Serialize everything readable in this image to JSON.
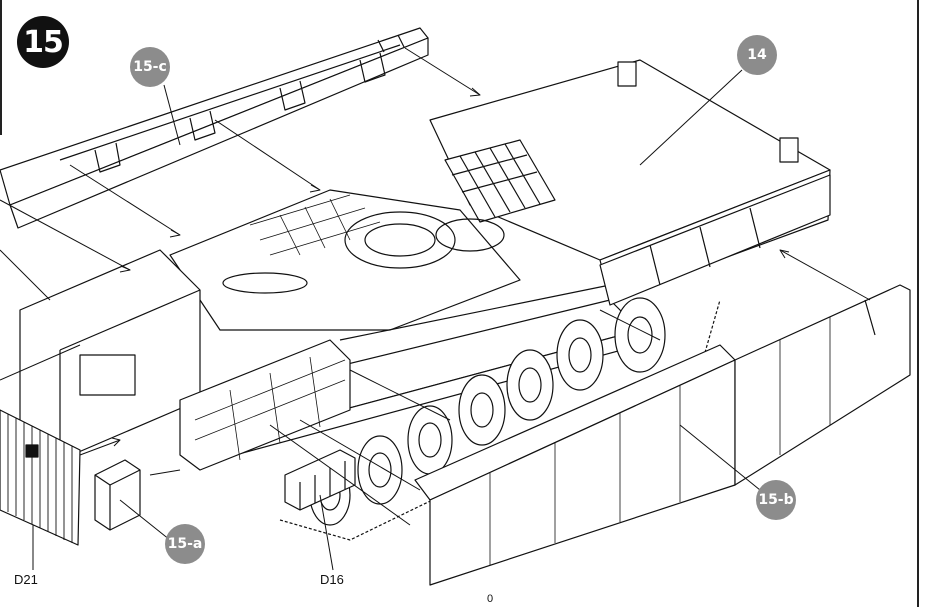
{
  "step": {
    "number": "15"
  },
  "callouts": {
    "c15c": "15-c",
    "c14": "14",
    "c15b": "15-b",
    "c15a": "15-a"
  },
  "parts": {
    "d21": "D21",
    "d16": "D16"
  },
  "page": {
    "number": "0"
  },
  "colors": {
    "line": "#111111",
    "callout_fill": "#8c8c8c",
    "badge_fill": "#111111"
  }
}
